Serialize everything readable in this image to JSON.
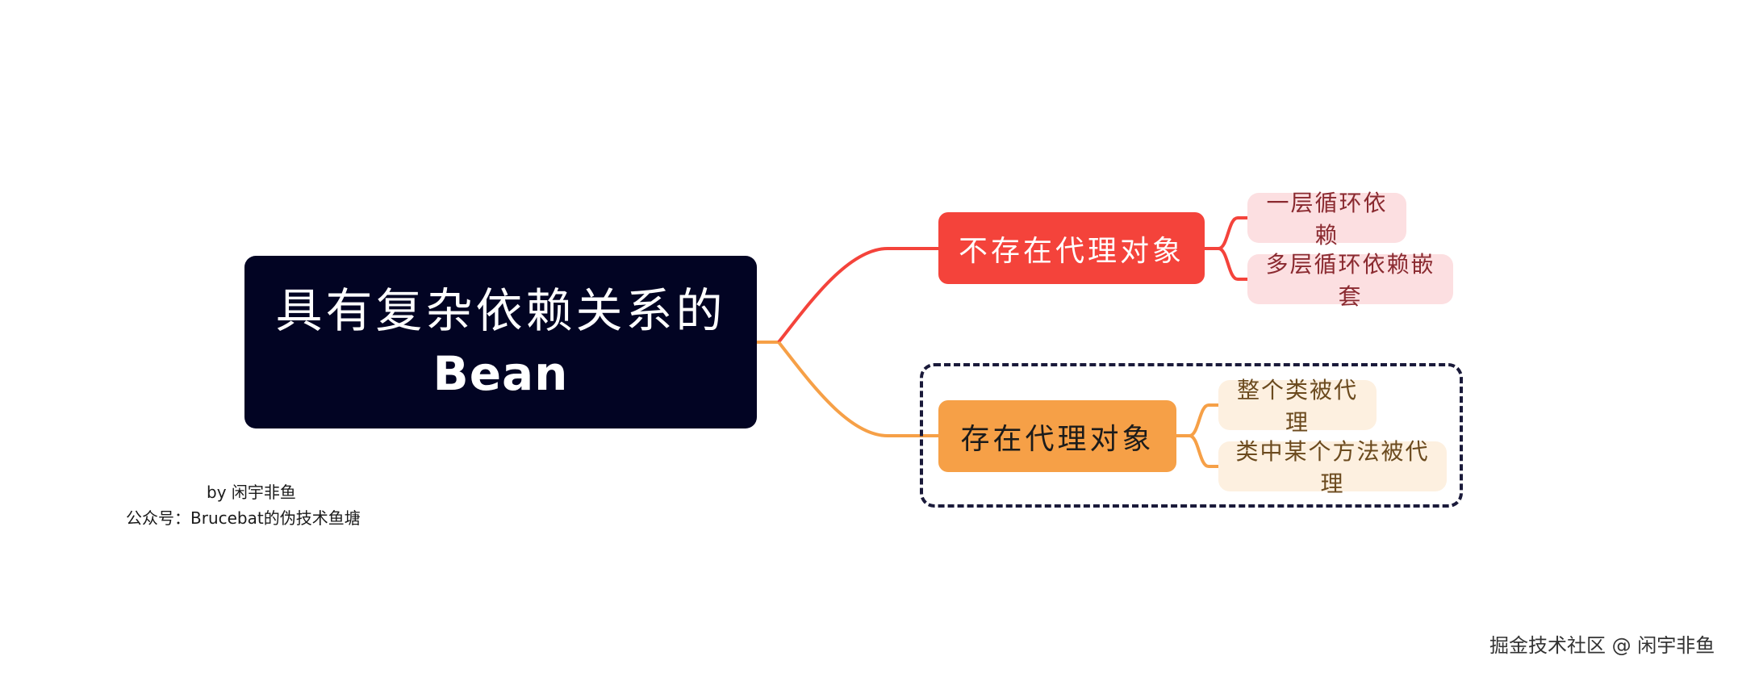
{
  "root": {
    "line1": "具有复杂依赖关系的",
    "line2": "Bean",
    "color": "#020423"
  },
  "branches": [
    {
      "label": "不存在代理对象",
      "color": "#f4433b",
      "children": [
        "一层循环依赖",
        "多层循环依赖嵌套"
      ]
    },
    {
      "label": "存在代理对象",
      "color": "#f6a047",
      "children": [
        "整个类被代理",
        "类中某个方法被代理"
      ]
    }
  ],
  "credit": {
    "by": "by 闲宇非鱼",
    "account": "公众号：Brucebat的伪技术鱼塘"
  },
  "watermark": "掘金技术社区 @ 闲宇非鱼"
}
